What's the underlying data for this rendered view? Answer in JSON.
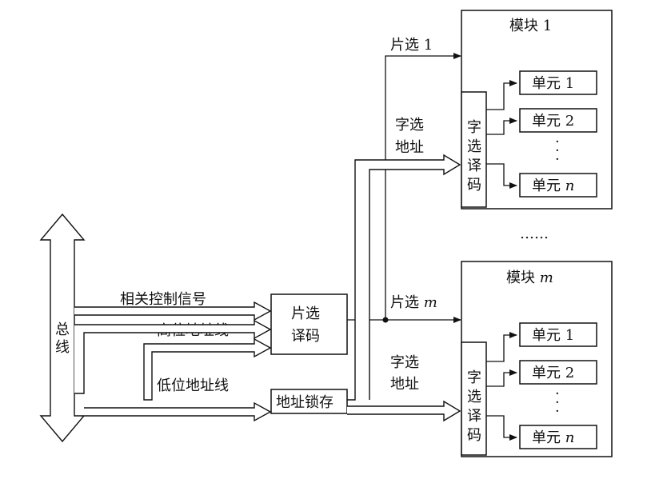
{
  "bus": {
    "label": "总线"
  },
  "signals": {
    "control": "相关控制信号",
    "high_addr": "高位地址线",
    "low_addr": "低位地址线"
  },
  "blocks": {
    "chip_decoder": [
      "片选",
      "译码"
    ],
    "addr_latch": "地址锁存"
  },
  "lines": {
    "chip_select_1": "片选 ",
    "chip_select_1_idx": "1",
    "chip_select_m": "片选 ",
    "chip_select_m_idx": "m",
    "word_addr": [
      "字选",
      "地址"
    ]
  },
  "modules": [
    {
      "title": "模块 ",
      "idx": "1",
      "decoder": [
        "字",
        "选",
        "译",
        "码"
      ],
      "units": [
        {
          "name": "单元 ",
          "idx": "1",
          "italic": false
        },
        {
          "name": "单元 ",
          "idx": "2",
          "italic": false
        },
        {
          "name": "单元 ",
          "idx": "n",
          "italic": true
        }
      ]
    },
    {
      "title": "模块 ",
      "idx": "m",
      "decoder": [
        "字",
        "选",
        "译",
        "码"
      ],
      "units": [
        {
          "name": "单元 ",
          "idx": "1",
          "italic": false
        },
        {
          "name": "单元 ",
          "idx": "2",
          "italic": false
        },
        {
          "name": "单元 ",
          "idx": "n",
          "italic": true
        }
      ]
    }
  ],
  "ellipsis": "……"
}
